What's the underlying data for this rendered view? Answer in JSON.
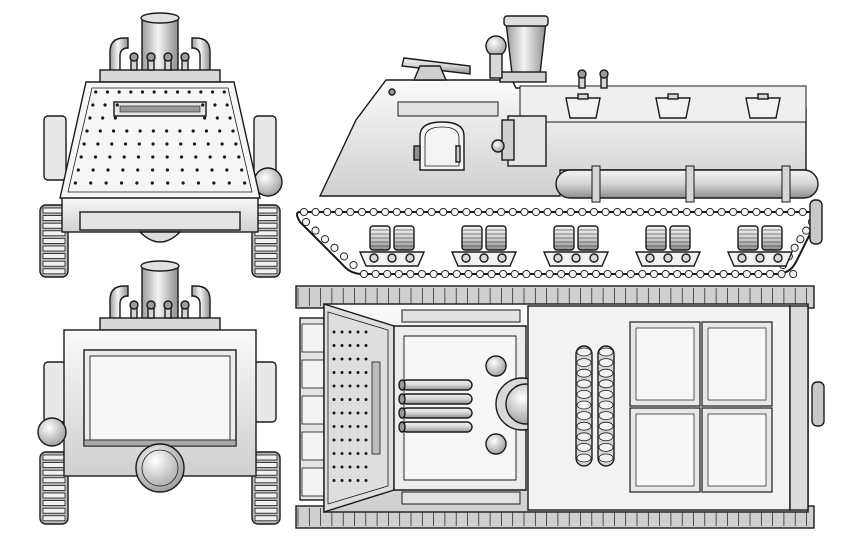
{
  "figure": {
    "views": [
      {
        "id": "front",
        "name": "front-view"
      },
      {
        "id": "rear",
        "name": "rear-view"
      },
      {
        "id": "side",
        "name": "side-view"
      },
      {
        "id": "top",
        "name": "top-view"
      }
    ],
    "colors": {
      "outline": "#1a1a1a",
      "body_light": "#f2f2f2",
      "body_mid": "#d6d6d6",
      "body_dark": "#9a9a9a",
      "track": "#bdbdbd",
      "background": "#ffffff"
    },
    "counts": {
      "side_road_wheel_bogies": 5,
      "side_upper_boxes": 3,
      "top_deck_panels": 4,
      "top_exhaust_tubes": 4
    }
  }
}
